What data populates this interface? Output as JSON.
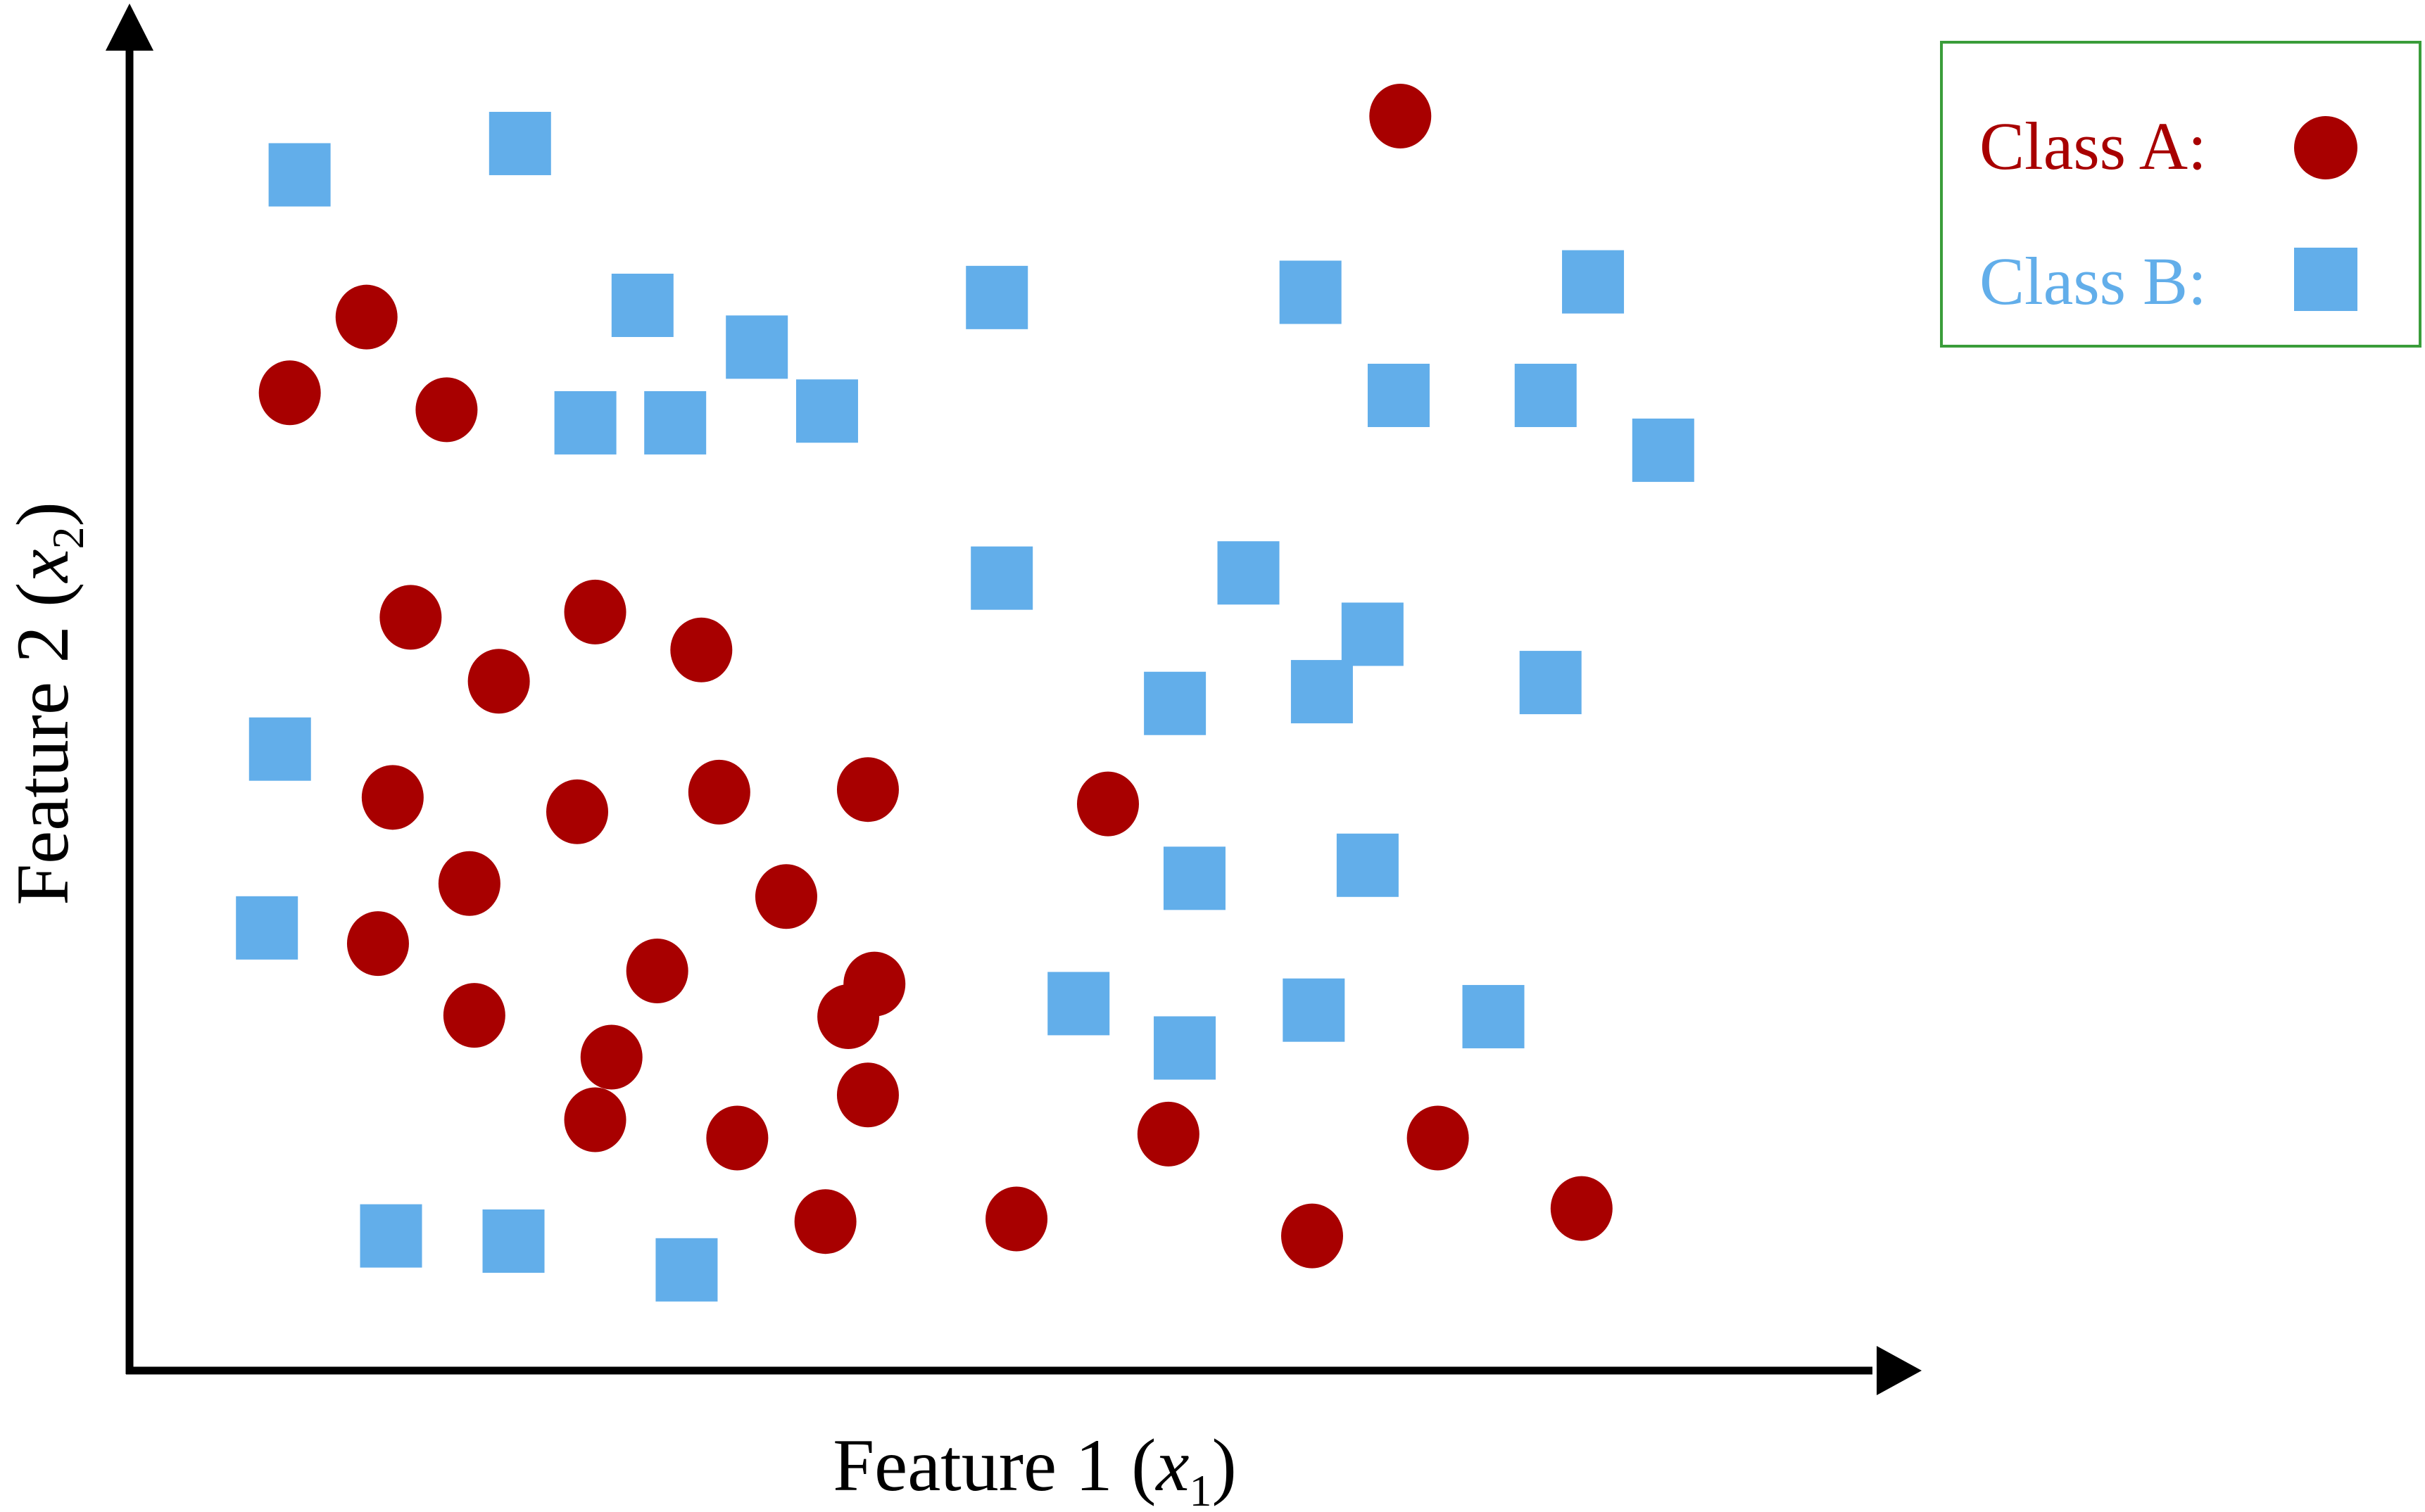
{
  "chart_data": {
    "type": "scatter",
    "xlabel": {
      "text": "Feature 1 (",
      "symbol": "x",
      "subscript": "1",
      "close": ")"
    },
    "ylabel": {
      "text": "Feature 2 (",
      "symbol": "x",
      "subscript": "2",
      "close": ")"
    },
    "xlim": [
      0,
      100
    ],
    "ylim": [
      0,
      100
    ],
    "grid": false,
    "legend_position": "top-right",
    "series": [
      {
        "name": "Class A:",
        "marker": "circle",
        "color": "#a80000",
        "points": [
          [
            75.4,
            93.8
          ],
          [
            12.1,
            78.4
          ],
          [
            7.4,
            72.6
          ],
          [
            17.0,
            71.3
          ],
          [
            14.8,
            55.4
          ],
          [
            26.1,
            55.8
          ],
          [
            32.6,
            52.9
          ],
          [
            20.2,
            50.5
          ],
          [
            13.7,
            41.6
          ],
          [
            25.0,
            40.5
          ],
          [
            33.7,
            42.0
          ],
          [
            42.8,
            42.2
          ],
          [
            57.5,
            41.1
          ],
          [
            18.4,
            35.0
          ],
          [
            37.8,
            34.0
          ],
          [
            12.8,
            30.4
          ],
          [
            29.9,
            28.3
          ],
          [
            43.2,
            27.3
          ],
          [
            18.7,
            24.9
          ],
          [
            41.6,
            24.8
          ],
          [
            27.1,
            21.7
          ],
          [
            42.8,
            18.8
          ],
          [
            26.1,
            16.9
          ],
          [
            34.8,
            15.5
          ],
          [
            61.2,
            15.8
          ],
          [
            77.7,
            15.5
          ],
          [
            40.2,
            9.1
          ],
          [
            51.9,
            9.3
          ],
          [
            70.0,
            8.0
          ],
          [
            86.5,
            10.1
          ]
        ]
      },
      {
        "name": "Class B:",
        "marker": "square",
        "color": "#62aeea",
        "points": [
          [
            8.0,
            89.3
          ],
          [
            21.5,
            91.7
          ],
          [
            29.0,
            79.3
          ],
          [
            36.0,
            76.1
          ],
          [
            50.7,
            79.9
          ],
          [
            69.9,
            80.3
          ],
          [
            87.2,
            81.1
          ],
          [
            25.5,
            70.3
          ],
          [
            31.0,
            70.3
          ],
          [
            40.3,
            71.2
          ],
          [
            75.3,
            72.4
          ],
          [
            84.3,
            72.4
          ],
          [
            91.5,
            68.2
          ],
          [
            51.0,
            58.4
          ],
          [
            66.1,
            58.8
          ],
          [
            73.7,
            54.1
          ],
          [
            61.6,
            48.8
          ],
          [
            70.6,
            49.7
          ],
          [
            84.6,
            50.4
          ],
          [
            6.8,
            45.3
          ],
          [
            62.8,
            35.4
          ],
          [
            73.4,
            36.4
          ],
          [
            6.0,
            31.6
          ],
          [
            55.7,
            25.8
          ],
          [
            70.1,
            25.3
          ],
          [
            81.1,
            24.8
          ],
          [
            62.2,
            22.4
          ],
          [
            13.6,
            8.0
          ],
          [
            21.1,
            7.6
          ],
          [
            31.7,
            5.4
          ]
        ]
      }
    ]
  }
}
